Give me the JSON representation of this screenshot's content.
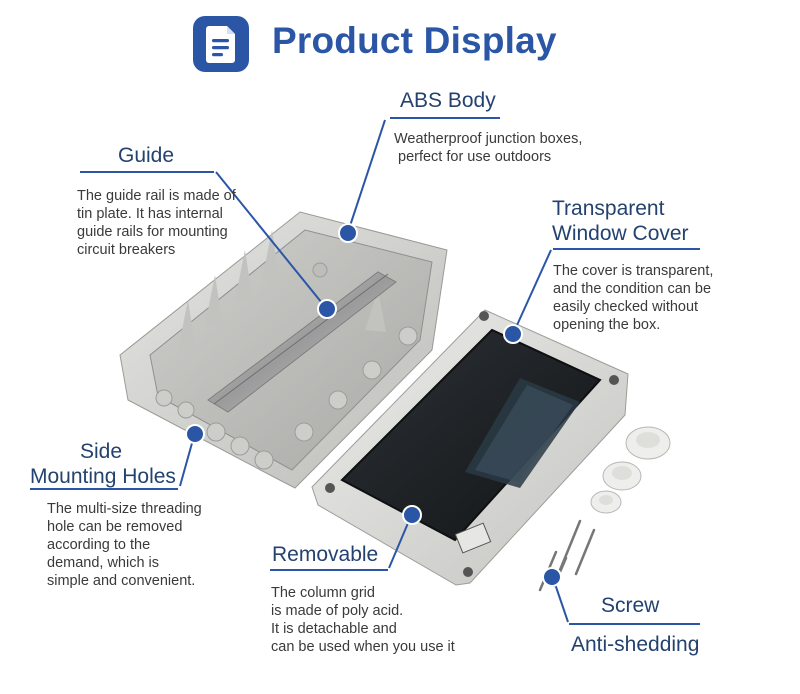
{
  "header": {
    "title": "Product Display",
    "icon": "document-icon"
  },
  "colors": {
    "accent": "#2b56a6",
    "heading": "#24426f",
    "line": "#2b56a6"
  },
  "callouts": {
    "abs_body": {
      "title": "ABS Body",
      "lines": [
        "Weatherproof junction boxes,",
        "perfect for use outdoors"
      ]
    },
    "guide": {
      "title": "Guide",
      "lines": [
        "The guide rail is made of",
        "tin plate. It has internal",
        "guide rails for mounting",
        "circuit breakers"
      ]
    },
    "transparent": {
      "title_lines": [
        "Transparent",
        "Window Cover"
      ],
      "lines": [
        "The cover is transparent,",
        "and the condition can be",
        "easily checked without",
        "opening the box."
      ]
    },
    "side": {
      "title_lines": [
        "Side",
        "Mounting Holes"
      ],
      "lines": [
        "The multi-size threading",
        "hole can be removed",
        "according to the",
        "demand, which is",
        "simple and convenient."
      ]
    },
    "removable": {
      "title": "Removable",
      "lines": [
        "The column grid",
        "is made of poly acid.",
        "It is detachable and",
        "can be used when you use it"
      ]
    },
    "screw": {
      "title": "Screw",
      "subtitle": "Anti-shedding"
    }
  }
}
